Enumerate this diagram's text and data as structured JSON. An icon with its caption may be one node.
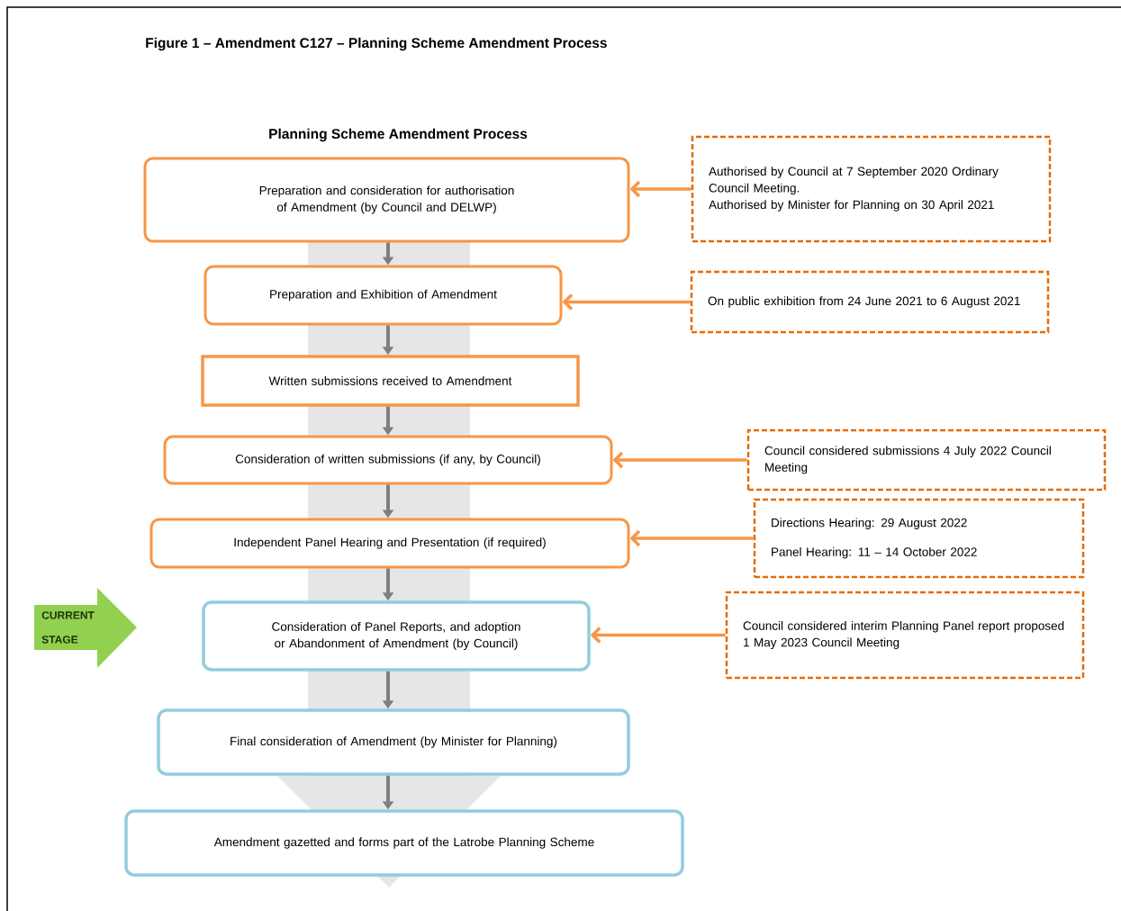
{
  "diagram": {
    "title": "Figure 1 – Amendment C127 – Planning Scheme Amendment Process",
    "nodes": [
      {
        "text": [
          "Preparation and consideration for authorisation of Amendment (by Council and DELWP)"
        ]
      },
      {
        "text": [
          "Preparation and Exhibition of Amendment"
        ]
      },
      {
        "text": [
          "Written submissions received to Amendment"
        ]
      },
      {
        "text": [
          "Consideration of written submissions (if any, by Council)"
        ]
      },
      {
        "text": [
          "Independent Panel Hearing and Presentation (if required)"
        ]
      },
      {
        "text": [
          "Consideration of Panel Reports, and adoption or Abandonment of Amendment (by Council)"
        ]
      },
      {
        "text": [
          "Final consideration of Amendment (by Minister for Planning)"
        ]
      },
      {
        "text": [
          "Amendment gazetted and forms part of the Latrobe Planning Scheme"
        ]
      },
      {
        "text": [
          "Authorised by Council at 7 September 2020 Ordinary Council Meeting.",
          "Authorised by Minister for Planning on 30 April 2021"
        ]
      },
      {
        "text": [
          "On public exhibition from 24 June 2021 to 6 August 2021"
        ]
      },
      {
        "text": [
          "Council considered submissions 4 July 2022 Council Meeting"
        ]
      },
      {
        "text": [
          "Directions Hearing: 29 August 2022",
          "Panel Hearing: 11 – 14 October 2022"
        ]
      },
      {
        "text": [
          "Council considered interim Planning Panel report proposed 1 May 2023 Council Meeting"
        ]
      },
      {
        "text": [
          "CURRENT STAGE"
        ]
      }
    ],
    "edges": [
      {
        "from": 0,
        "to": 1,
        "arrow": "to"
      },
      {
        "from": 1,
        "to": 2,
        "arrow": "to"
      },
      {
        "from": 2,
        "to": 3,
        "arrow": "to"
      },
      {
        "from": 3,
        "to": 4,
        "arrow": "to"
      },
      {
        "from": 4,
        "to": 5,
        "arrow": "to"
      },
      {
        "from": 5,
        "to": 6,
        "arrow": "to"
      },
      {
        "from": 6,
        "to": 7,
        "arrow": "to"
      },
      {
        "from": 8,
        "to": 0,
        "arrow": "to",
        "color": "#f79646"
      },
      {
        "from": 9,
        "to": 1,
        "arrow": "to",
        "color": "#f79646"
      },
      {
        "from": 10,
        "to": 3,
        "arrow": "to",
        "color": "#f79646"
      },
      {
        "from": 11,
        "to": 4,
        "arrow": "to",
        "color": "#f79646"
      },
      {
        "from": 12,
        "to": 5,
        "arrow": "to",
        "color": "#f79646"
      }
    ],
    "labels": [
      "Planning Scheme Amendment Process"
    ]
  }
}
